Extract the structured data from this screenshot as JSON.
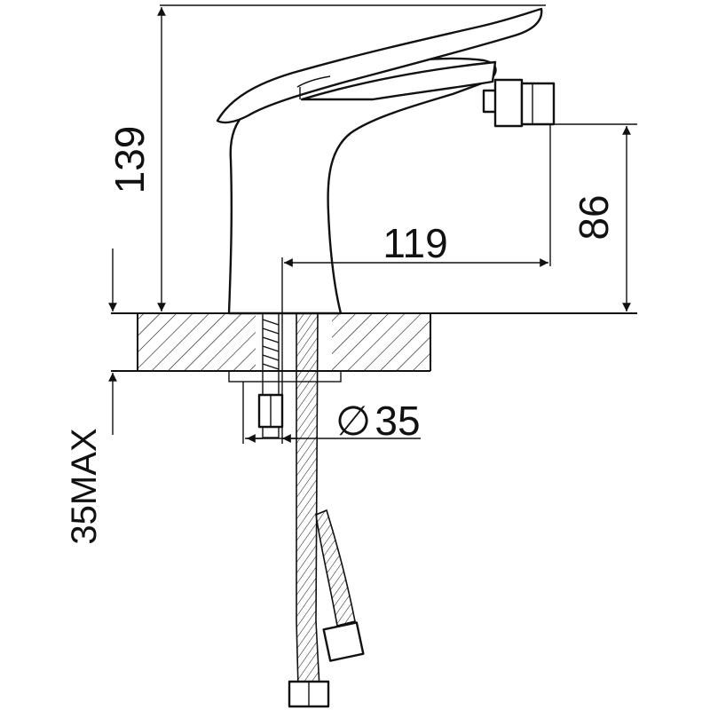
{
  "drawing": {
    "type": "bidet mixer technical drawing",
    "dimensions": {
      "height_total": "139",
      "spout_height": "86",
      "spout_reach": "119",
      "hole_diameter": "35",
      "countertop_max": "35MAX"
    },
    "diameter_symbol": "∅"
  }
}
